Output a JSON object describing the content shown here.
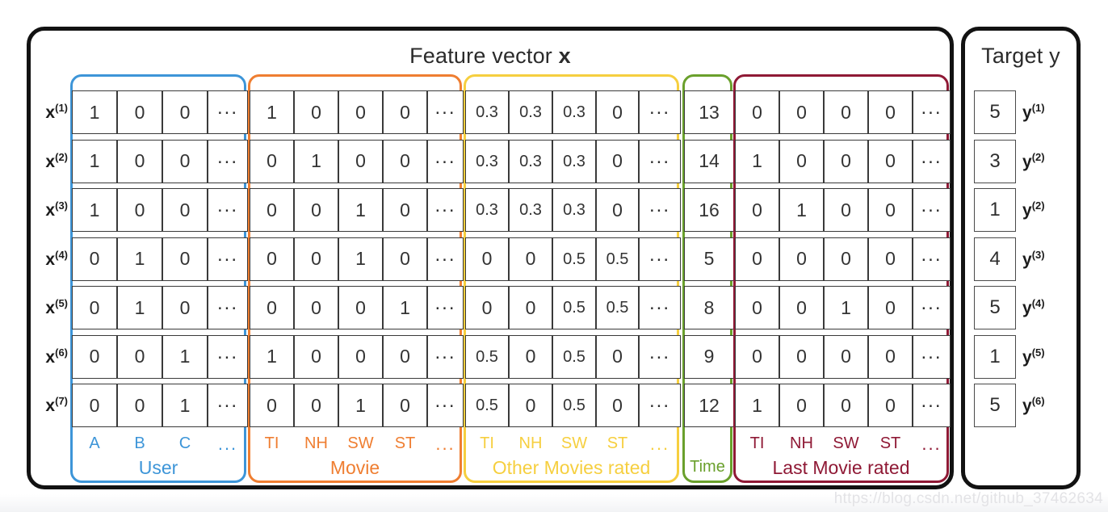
{
  "figure": {
    "feature_panel_title_prefix": "Feature vector ",
    "feature_panel_title_symbol": "x",
    "target_panel_title": "Target y",
    "watermark": "https://blog.csdn.net/github_37462634"
  },
  "colors": {
    "user": "#3d95d8",
    "movie": "#ef7e31",
    "other_movies": "#f6cf3f",
    "time": "#6aa02c",
    "last_movie": "#8f1935",
    "frame": "#121212",
    "cell_border": "#3a3a3a",
    "text": "#333333"
  },
  "row_labels": [
    {
      "base": "x",
      "sup": "(1)"
    },
    {
      "base": "x",
      "sup": "(2)"
    },
    {
      "base": "x",
      "sup": "(3)"
    },
    {
      "base": "x",
      "sup": "(4)"
    },
    {
      "base": "x",
      "sup": "(5)"
    },
    {
      "base": "x",
      "sup": "(6)"
    },
    {
      "base": "x",
      "sup": "(7)"
    }
  ],
  "groups": [
    {
      "id": "user",
      "name": "User",
      "color": "#3d95d8",
      "col_codes": [
        "A",
        "B",
        "C",
        "..."
      ],
      "columns": 4
    },
    {
      "id": "movie",
      "name": "Movie",
      "color": "#ef7e31",
      "col_codes": [
        "TI",
        "NH",
        "SW",
        "ST",
        "..."
      ],
      "columns": 5
    },
    {
      "id": "other-movies-rated",
      "name": "Other Movies rated",
      "color": "#f6cf3f",
      "col_codes": [
        "TI",
        "NH",
        "SW",
        "ST",
        "..."
      ],
      "columns": 5
    },
    {
      "id": "time",
      "name": "Time",
      "color": "#6aa02c",
      "col_codes": [
        ""
      ],
      "columns": 1
    },
    {
      "id": "last-movie-rated",
      "name": "Last Movie rated",
      "color": "#8f1935",
      "col_codes": [
        "TI",
        "NH",
        "SW",
        "ST",
        "..."
      ],
      "columns": 5
    }
  ],
  "chart_data": {
    "type": "table",
    "title": "Feature vector x / Target y",
    "row_ids": [
      "x(1)",
      "x(2)",
      "x(3)",
      "x(4)",
      "x(5)",
      "x(6)",
      "x(7)"
    ],
    "group_order": [
      "User",
      "Movie",
      "Other Movies rated",
      "Time",
      "Last Movie rated"
    ],
    "column_headers": {
      "User": [
        "A",
        "B",
        "C",
        "..."
      ],
      "Movie": [
        "TI",
        "NH",
        "SW",
        "ST",
        "..."
      ],
      "Other Movies rated": [
        "TI",
        "NH",
        "SW",
        "ST",
        "..."
      ],
      "Time": [
        "Time"
      ],
      "Last Movie rated": [
        "TI",
        "NH",
        "SW",
        "ST",
        "..."
      ]
    },
    "rows": [
      {
        "user": [
          "1",
          "0",
          "0",
          "..."
        ],
        "movie": [
          "1",
          "0",
          "0",
          "0",
          "..."
        ],
        "other_movies": [
          "0.3",
          "0.3",
          "0.3",
          "0",
          "..."
        ],
        "time": [
          "13"
        ],
        "last_movie": [
          "0",
          "0",
          "0",
          "0",
          "..."
        ],
        "target": "5",
        "target_label_sup": "(1)"
      },
      {
        "user": [
          "1",
          "0",
          "0",
          "..."
        ],
        "movie": [
          "0",
          "1",
          "0",
          "0",
          "..."
        ],
        "other_movies": [
          "0.3",
          "0.3",
          "0.3",
          "0",
          "..."
        ],
        "time": [
          "14"
        ],
        "last_movie": [
          "1",
          "0",
          "0",
          "0",
          "..."
        ],
        "target": "3",
        "target_label_sup": "(2)"
      },
      {
        "user": [
          "1",
          "0",
          "0",
          "..."
        ],
        "movie": [
          "0",
          "0",
          "1",
          "0",
          "..."
        ],
        "other_movies": [
          "0.3",
          "0.3",
          "0.3",
          "0",
          "..."
        ],
        "time": [
          "16"
        ],
        "last_movie": [
          "0",
          "1",
          "0",
          "0",
          "..."
        ],
        "target": "1",
        "target_label_sup": "(2)"
      },
      {
        "user": [
          "0",
          "1",
          "0",
          "..."
        ],
        "movie": [
          "0",
          "0",
          "1",
          "0",
          "..."
        ],
        "other_movies": [
          "0",
          "0",
          "0.5",
          "0.5",
          "..."
        ],
        "time": [
          "5"
        ],
        "last_movie": [
          "0",
          "0",
          "0",
          "0",
          "..."
        ],
        "target": "4",
        "target_label_sup": "(3)"
      },
      {
        "user": [
          "0",
          "1",
          "0",
          "..."
        ],
        "movie": [
          "0",
          "0",
          "0",
          "1",
          "..."
        ],
        "other_movies": [
          "0",
          "0",
          "0.5",
          "0.5",
          "..."
        ],
        "time": [
          "8"
        ],
        "last_movie": [
          "0",
          "0",
          "1",
          "0",
          "..."
        ],
        "target": "5",
        "target_label_sup": "(4)"
      },
      {
        "user": [
          "0",
          "0",
          "1",
          "..."
        ],
        "movie": [
          "1",
          "0",
          "0",
          "0",
          "..."
        ],
        "other_movies": [
          "0.5",
          "0",
          "0.5",
          "0",
          "..."
        ],
        "time": [
          "9"
        ],
        "last_movie": [
          "0",
          "0",
          "0",
          "0",
          "..."
        ],
        "target": "1",
        "target_label_sup": "(5)"
      },
      {
        "user": [
          "0",
          "0",
          "1",
          "..."
        ],
        "movie": [
          "0",
          "0",
          "1",
          "0",
          "..."
        ],
        "other_movies": [
          "0.5",
          "0",
          "0.5",
          "0",
          "..."
        ],
        "time": [
          "12"
        ],
        "last_movie": [
          "1",
          "0",
          "0",
          "0",
          "..."
        ],
        "target": "5",
        "target_label_sup": "(6)"
      }
    ]
  }
}
